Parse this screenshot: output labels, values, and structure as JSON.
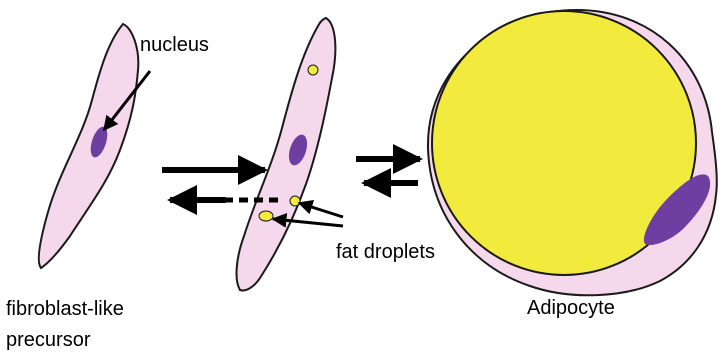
{
  "labels": {
    "nucleus": "nucleus",
    "precursor": "fibroblast-like precursor",
    "fat_droplets": "fat droplets",
    "adipocyte": "Adipocyte"
  },
  "colors": {
    "cytoplasm": "#f6d8ec",
    "nucleus": "#6e3fa0",
    "fat": "#f2ea3c",
    "outline": "#1a1a1a",
    "arrow": "#000000"
  }
}
